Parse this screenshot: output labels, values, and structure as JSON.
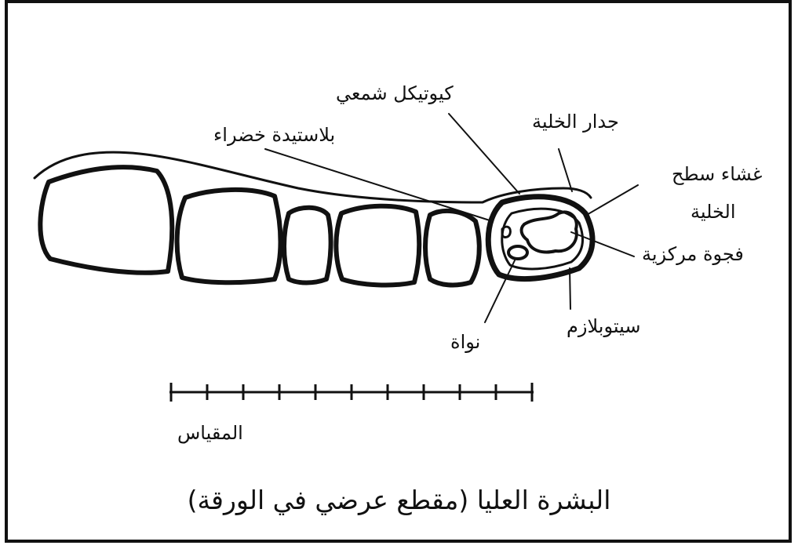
{
  "diagram": {
    "title": "البشرة العليا (مقطع عرضي في الورقة)",
    "scale_label": "المقياس",
    "labels": {
      "cuticle": "كيوتيكل شمعي",
      "cell_wall": "جدار الخلية",
      "chloroplast": "بلاستيدة خضراء",
      "cell_membrane_line1": "غشاء سطح",
      "cell_membrane_line2": "الخلية",
      "vacuole": "فجوة مركزية",
      "cytoplasm": "سيتوبلازم",
      "nucleus": "نواة"
    },
    "colors": {
      "ink": "#111111",
      "background": "#ffffff"
    }
  }
}
